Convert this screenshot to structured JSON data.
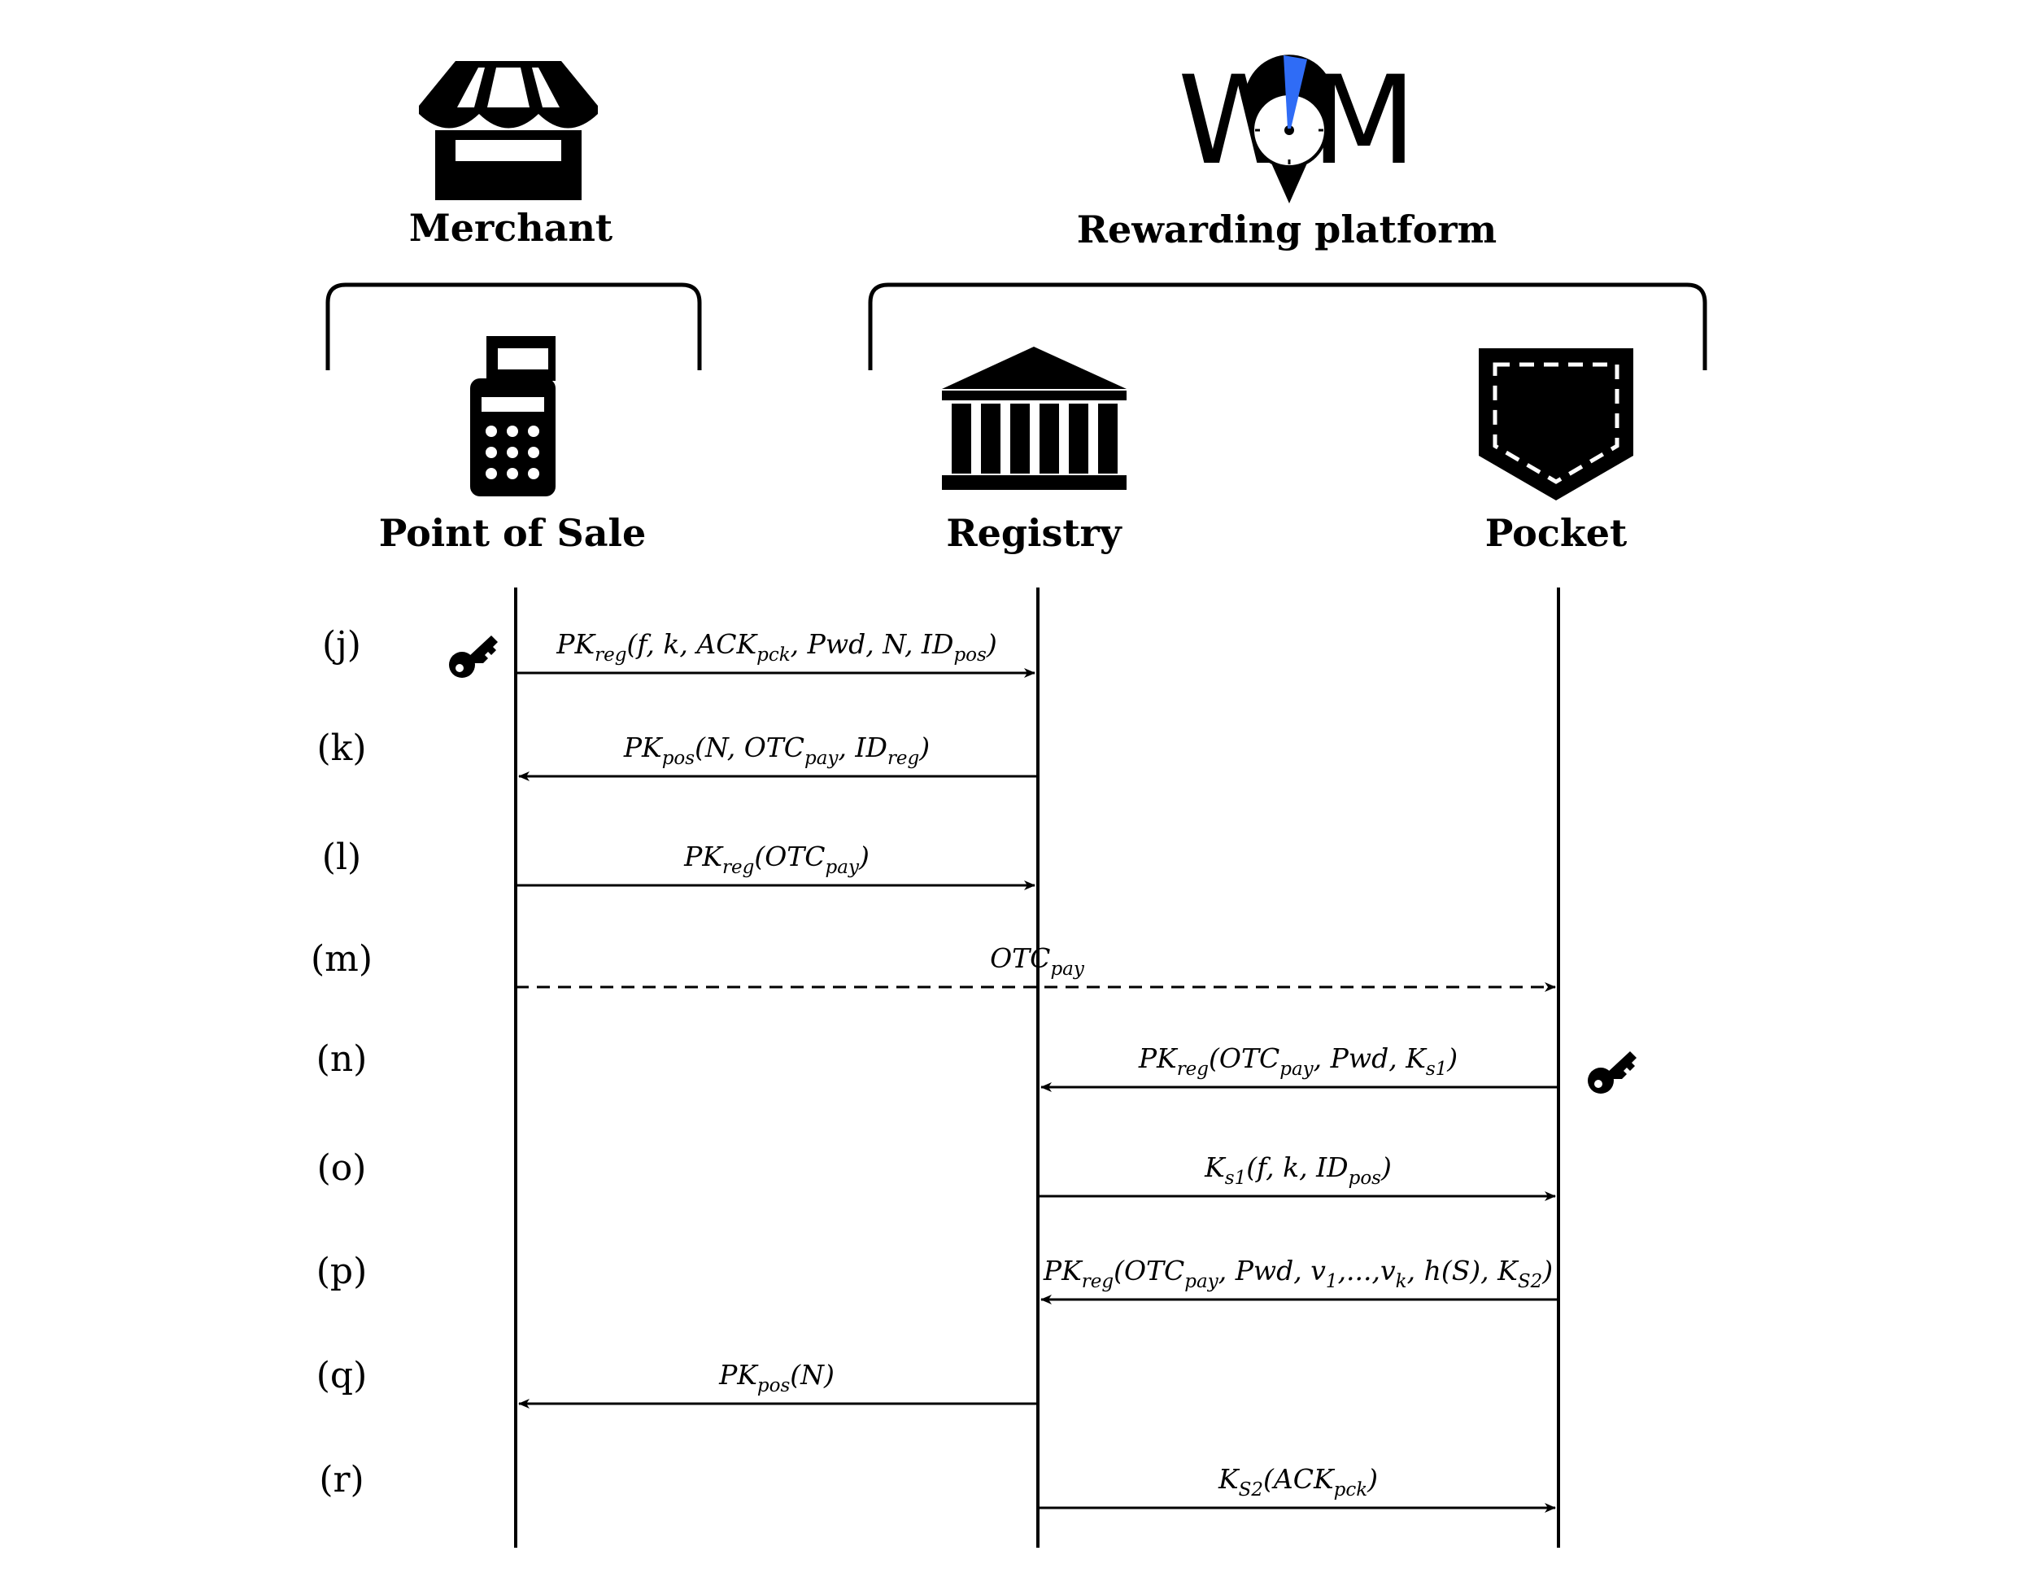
{
  "groups": {
    "merchant": {
      "title": "Merchant",
      "icon": "storefront-icon"
    },
    "platform": {
      "title": "Rewarding platform",
      "logo_text": "WOM",
      "logo_accent": "#2f6cf6",
      "icon": "wom-logo"
    }
  },
  "actors": [
    {
      "id": "pos",
      "label": "Point of Sale",
      "icon": "pos-terminal-icon"
    },
    {
      "id": "reg",
      "label": "Registry",
      "icon": "bank-building-icon"
    },
    {
      "id": "pck",
      "label": "Pocket",
      "icon": "pocket-icon"
    }
  ],
  "steps": [
    {
      "label": "(j)",
      "from": "pos",
      "to": "reg",
      "style": "solid",
      "message": [
        [
          "PK"
        ],
        [
          "reg",
          "sub"
        ],
        [
          "(f, k, ACK"
        ],
        [
          "pck",
          "sub"
        ],
        [
          ", Pwd, N, ID"
        ],
        [
          "pos",
          "sub"
        ],
        [
          ")"
        ]
      ],
      "key_icon": "pos"
    },
    {
      "label": "(k)",
      "from": "reg",
      "to": "pos",
      "style": "solid",
      "message": [
        [
          "PK"
        ],
        [
          "pos",
          "sub"
        ],
        [
          "(N, OTC"
        ],
        [
          "pay",
          "sub"
        ],
        [
          ", ID"
        ],
        [
          "reg",
          "sub"
        ],
        [
          ")"
        ]
      ]
    },
    {
      "label": "(l)",
      "from": "pos",
      "to": "reg",
      "style": "solid",
      "message": [
        [
          "PK"
        ],
        [
          "reg",
          "sub"
        ],
        [
          "(OTC"
        ],
        [
          "pay",
          "sub"
        ],
        [
          ")"
        ]
      ]
    },
    {
      "label": "(m)",
      "from": "pos",
      "to": "pck",
      "style": "dashed",
      "message": [
        [
          "OTC"
        ],
        [
          "pay",
          "sub"
        ]
      ]
    },
    {
      "label": "(n)",
      "from": "pck",
      "to": "reg",
      "style": "solid",
      "message": [
        [
          "PK"
        ],
        [
          "reg",
          "sub"
        ],
        [
          "(OTC"
        ],
        [
          "pay",
          "sub"
        ],
        [
          ", Pwd, K"
        ],
        [
          "s1",
          "sub"
        ],
        [
          ")"
        ]
      ],
      "key_icon": "pck"
    },
    {
      "label": "(o)",
      "from": "reg",
      "to": "pck",
      "style": "solid",
      "message": [
        [
          "K"
        ],
        [
          "s1",
          "sub"
        ],
        [
          "(f, k, ID"
        ],
        [
          "pos",
          "sub"
        ],
        [
          ")"
        ]
      ]
    },
    {
      "label": "(p)",
      "from": "pck",
      "to": "reg",
      "style": "solid",
      "message": [
        [
          "PK"
        ],
        [
          "reg",
          "sub"
        ],
        [
          "(OTC"
        ],
        [
          "pay",
          "sub"
        ],
        [
          ", Pwd, v"
        ],
        [
          "1",
          "sub"
        ],
        [
          ",...,v"
        ],
        [
          "k",
          "sub"
        ],
        [
          ", h(S), K"
        ],
        [
          "S2",
          "sub"
        ],
        [
          ")"
        ]
      ]
    },
    {
      "label": "(q)",
      "from": "reg",
      "to": "pos",
      "style": "solid",
      "message": [
        [
          "PK"
        ],
        [
          "pos",
          "sub"
        ],
        [
          "(N)"
        ]
      ]
    },
    {
      "label": "(r)",
      "from": "reg",
      "to": "pck",
      "style": "solid",
      "message": [
        [
          "K"
        ],
        [
          "S2",
          "sub"
        ],
        [
          "(ACK"
        ],
        [
          "pck",
          "sub"
        ],
        [
          ")"
        ]
      ]
    }
  ]
}
